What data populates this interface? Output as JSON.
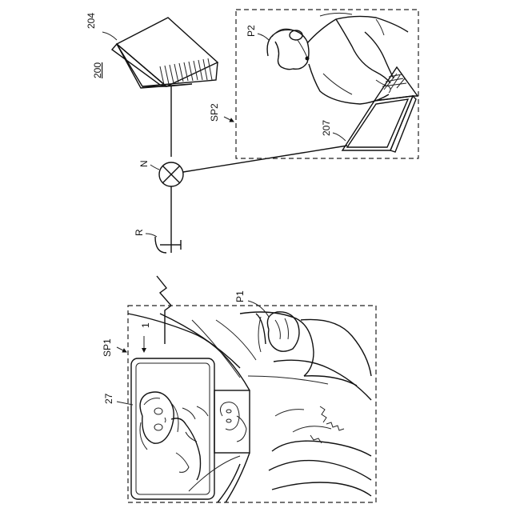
{
  "labels": {
    "system": "200",
    "server": "204",
    "network": "N",
    "relay": "R",
    "space1": "SP1",
    "space2": "SP2",
    "person1": "P1",
    "person2": "P2",
    "laptop": "207",
    "vehicle": "1",
    "display": "27"
  }
}
